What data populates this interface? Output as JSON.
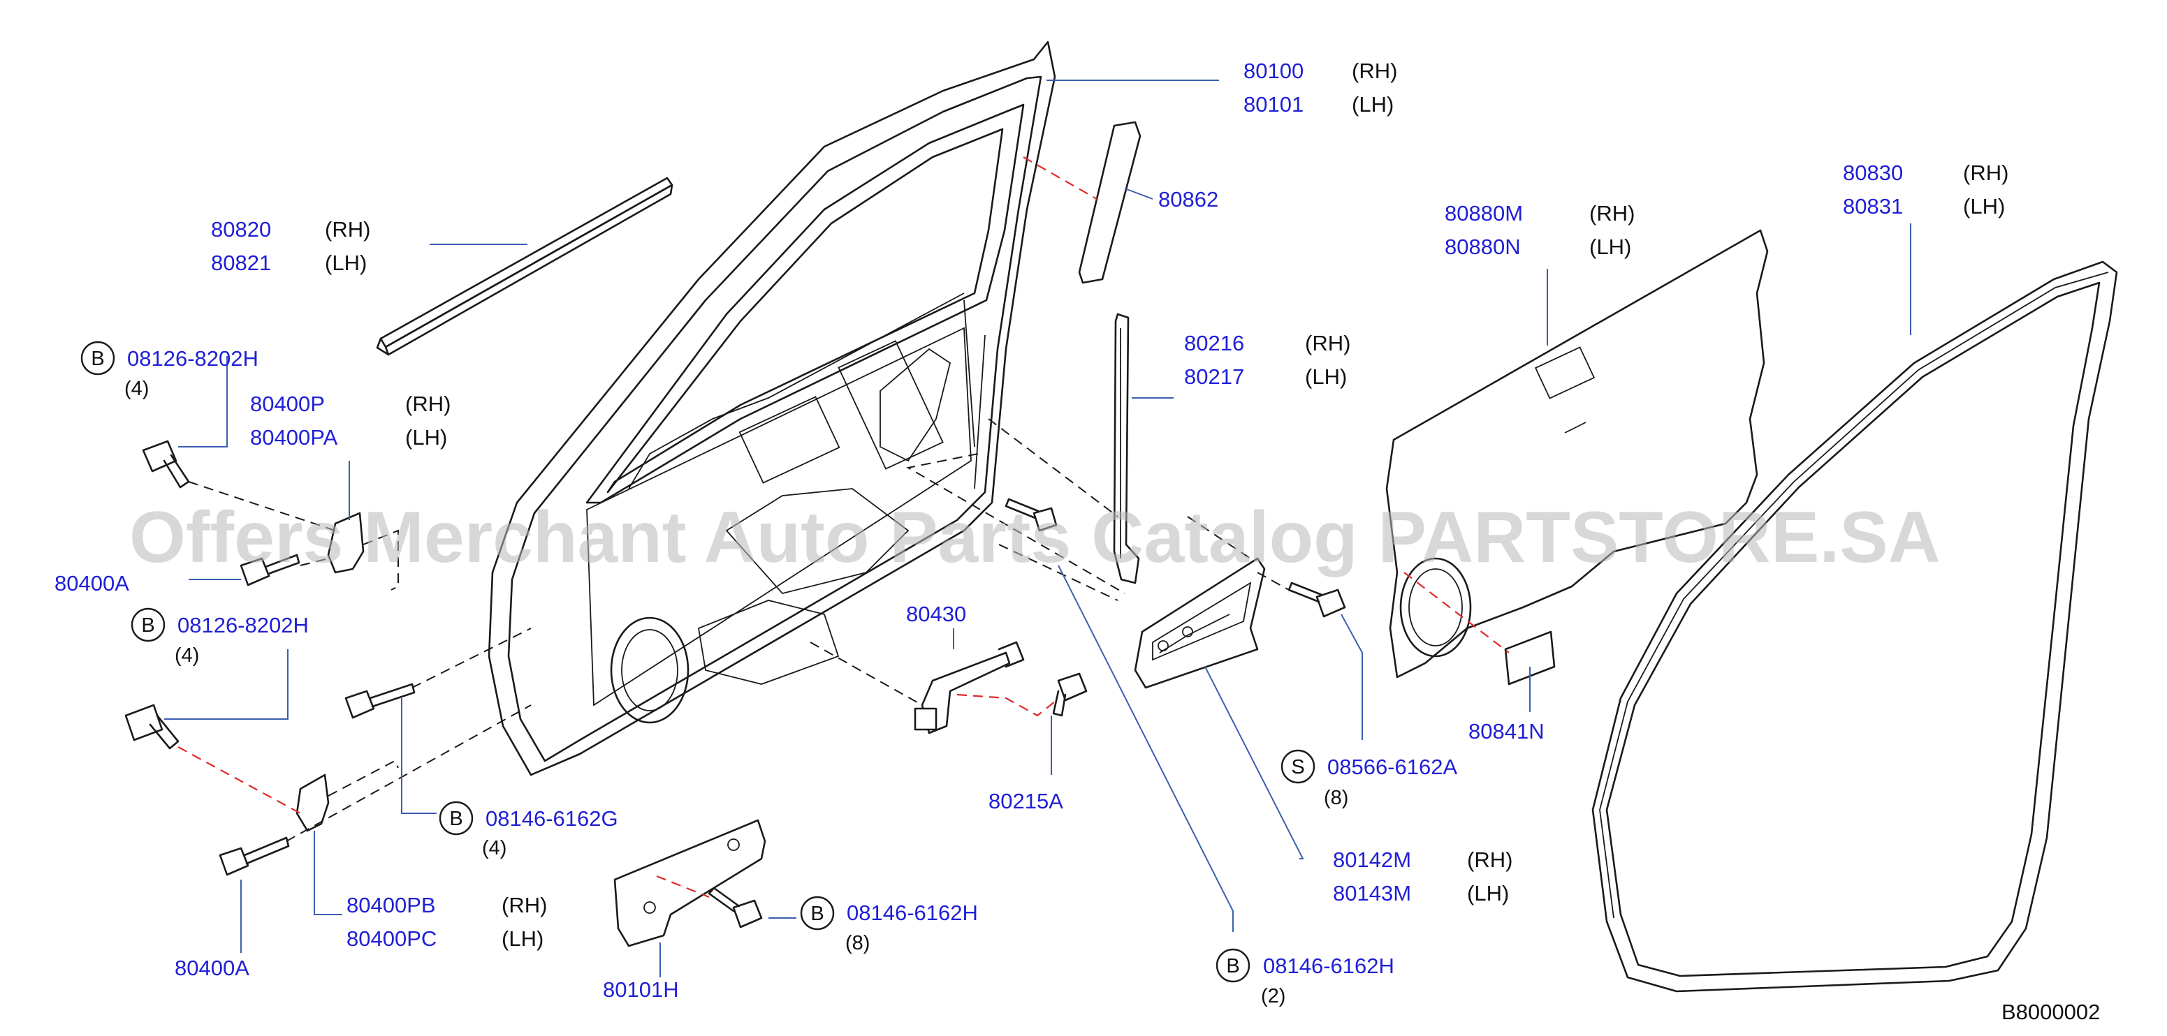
{
  "watermark": "Offers Merchant Auto Parts Catalog PARTSTORE.SA",
  "diagram_ref": "B8000002",
  "callouts": {
    "door_panel": {
      "rh_no": "80100",
      "rh": "(RH)",
      "lh_no": "80101",
      "lh": "(LH)"
    },
    "sash_trim": {
      "no": "80862"
    },
    "weatherstrip_outer": {
      "rh_no": "80820",
      "rh": "(RH)",
      "lh_no": "80821",
      "lh": "(LH)"
    },
    "bolt_upper_hinge": {
      "symbol": "B",
      "no": "08126-8202H",
      "qty": "(4)"
    },
    "upper_hinge": {
      "rh_no": "80400P",
      "rh": "(RH)",
      "lh_no": "80400PA",
      "lh": "(LH)"
    },
    "upper_hinge_pin": {
      "no": "80400A"
    },
    "bolt_lower_hinge": {
      "symbol": "B",
      "no": "08126-8202H",
      "qty": "(4)"
    },
    "bolt_hinge_door": {
      "symbol": "B",
      "no": "08146-6162G",
      "qty": "(4)"
    },
    "lower_hinge": {
      "rh_no": "80400PB",
      "rh": "(RH)",
      "lh_no": "80400PC",
      "lh": "(LH)"
    },
    "lower_hinge_pin": {
      "no": "80400A"
    },
    "hinge_bracket": {
      "no": "80101H"
    },
    "bolt_bracket": {
      "symbol": "B",
      "no": "08146-6162H",
      "qty": "(8)"
    },
    "check_link": {
      "no": "80430"
    },
    "check_bolt": {
      "no": "80215A"
    },
    "sash_channel": {
      "rh_no": "80216",
      "rh": "(RH)",
      "lh_no": "80217",
      "lh": "(LH)"
    },
    "bolt_reinforce": {
      "symbol": "B",
      "no": "08146-6162H",
      "qty": "(2)"
    },
    "reinforce": {
      "rh_no": "80142M",
      "rh": "(RH)",
      "lh_no": "80143M",
      "lh": "(LH)"
    },
    "screw_reinforce": {
      "symbol": "S",
      "no": "08566-6162A",
      "qty": "(8)"
    },
    "sealing_screen": {
      "rh_no": "80880M",
      "rh": "(RH)",
      "lh_no": "80880N",
      "lh": "(LH)"
    },
    "seal_patch": {
      "no": "80841N"
    },
    "weatherstrip_door": {
      "rh_no": "80830",
      "rh": "(RH)",
      "lh_no": "80831",
      "lh": "(LH)"
    }
  }
}
